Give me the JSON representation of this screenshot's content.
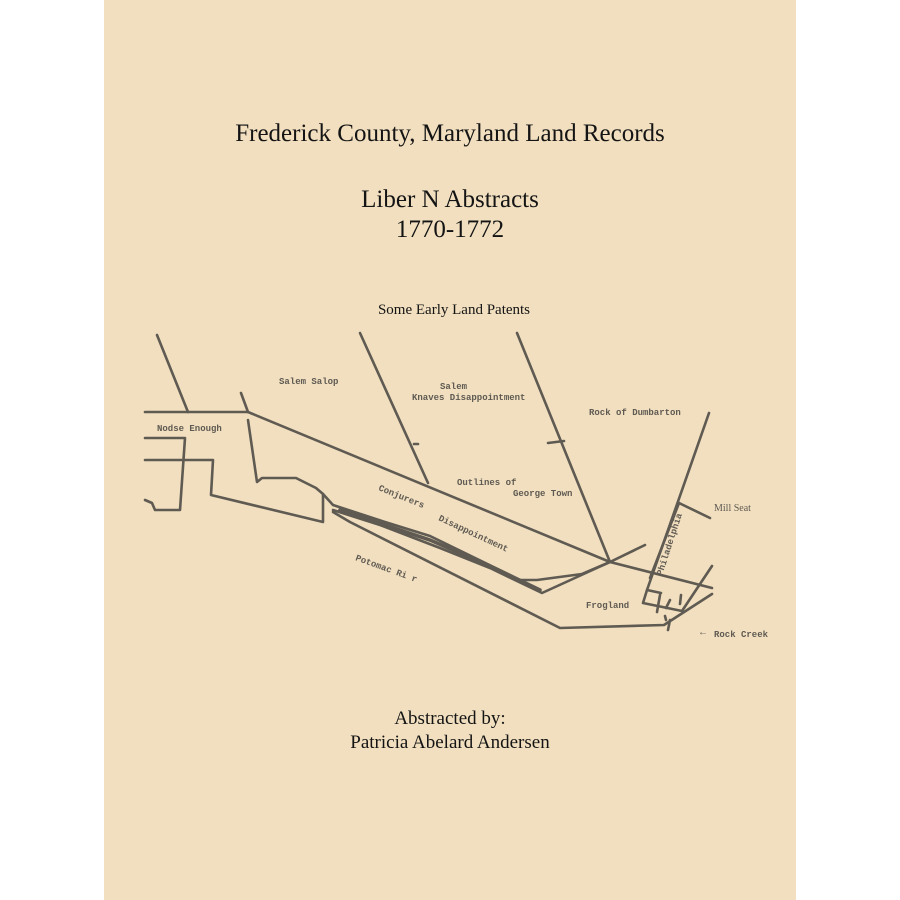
{
  "cover": {
    "title": "Frederick County, Maryland Land Records",
    "subtitle_line1": "Liber N Abstracts",
    "subtitle_line2": "1770-1772",
    "map_caption": "Some Early Land Patents",
    "credit_line1": "Abstracted by:",
    "credit_line2": "Patricia Abelard Andersen"
  },
  "map": {
    "labels": {
      "salem_salop": "Salem   Salop",
      "salem": "Salem",
      "knaves_disappointment": "Knaves Disappointment",
      "rock_of_dumbarton": "Rock of Dumbarton",
      "none_enough": "Nodse Enough",
      "outlines_of": "Outlines of",
      "george_town": "George Town",
      "mill_seat": "Mill Seat",
      "conjurors": "Conjurers",
      "disappointment": "Disappointment",
      "potomac_river": "Potomac Ri  r",
      "frogland": "Frogland",
      "philadelphia": "Philadelphia",
      "rock_creek": "Rock Creek",
      "rock_creek_arrow": "←"
    },
    "colors": {
      "ink": "#5f5a52",
      "paper": "#f1dfbf"
    }
  }
}
